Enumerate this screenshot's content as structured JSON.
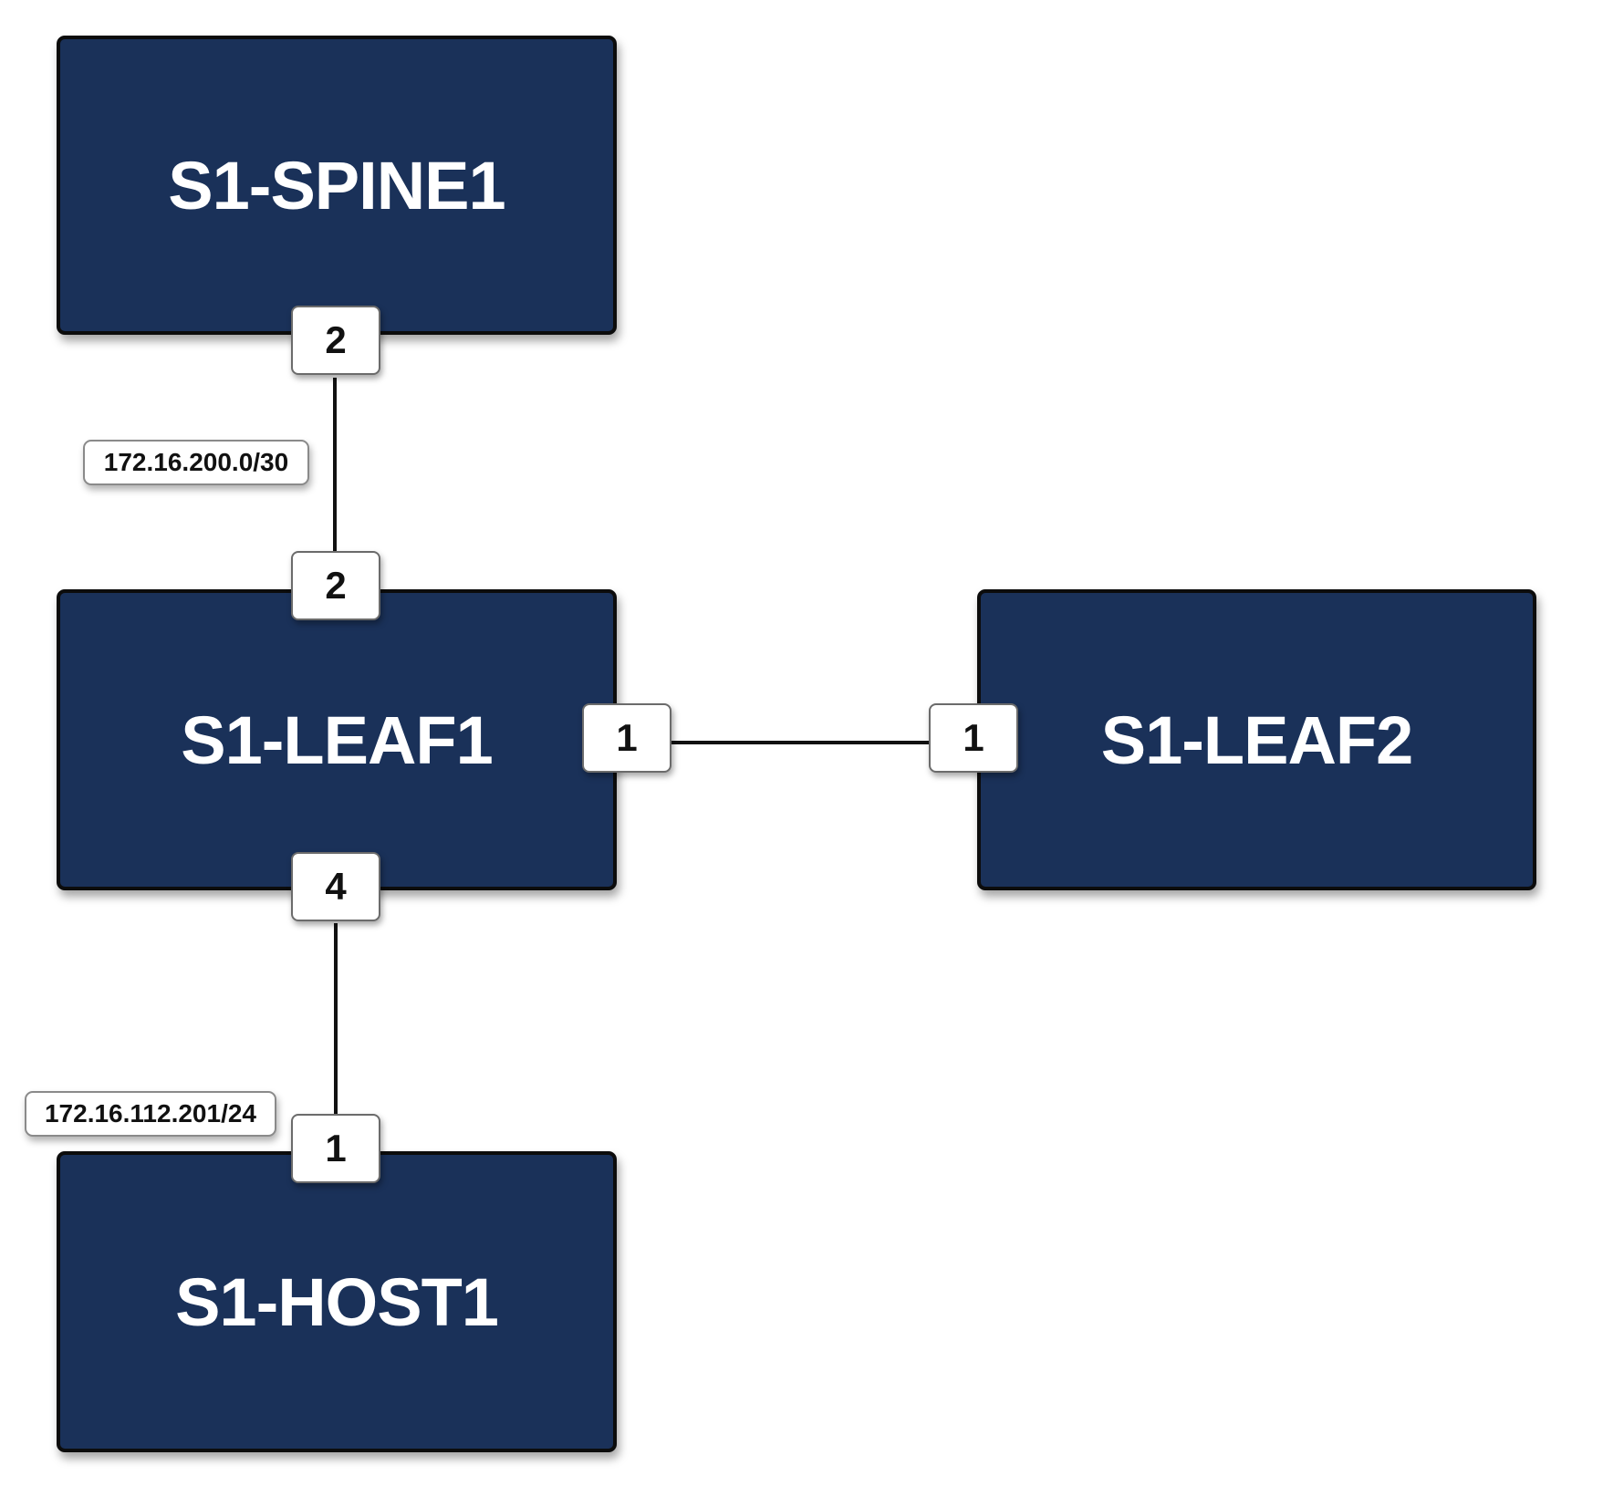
{
  "nodes": {
    "spine1": {
      "label": "S1-SPINE1"
    },
    "leaf1": {
      "label": "S1-LEAF1"
    },
    "leaf2": {
      "label": "S1-LEAF2"
    },
    "host1": {
      "label": "S1-HOST1"
    }
  },
  "ports": {
    "spine1_bottom": "2",
    "leaf1_top": "2",
    "leaf1_right": "1",
    "leaf2_left": "1",
    "leaf1_bottom": "4",
    "host1_top": "1"
  },
  "subnets": {
    "spine_leaf": "172.16.200.0/30",
    "leaf_host": "172.16.112.201/24"
  },
  "colors": {
    "node_fill": "#1a3159",
    "node_text": "#ffffff",
    "link": "#111111"
  }
}
